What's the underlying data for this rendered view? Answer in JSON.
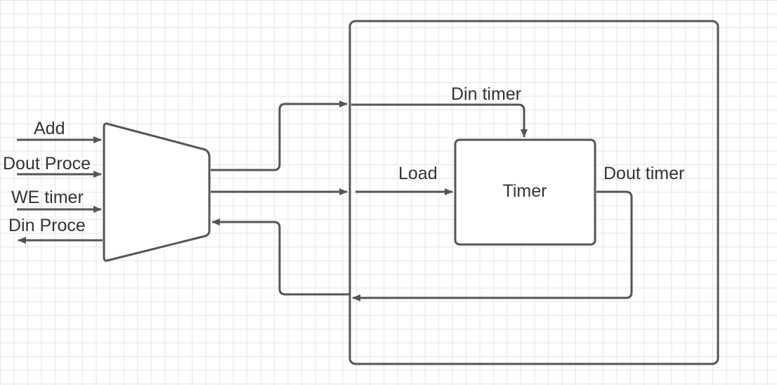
{
  "diagram": {
    "mux_inputs": [
      "Add",
      "Dout Proce",
      "WE timer"
    ],
    "mux_output_label": "Din Proce",
    "timer_block": {
      "label": "Timer",
      "input_top_label": "Din timer",
      "input_left_label": "Load",
      "output_label": "Dout timer"
    }
  },
  "colors": {
    "stroke": "#555555",
    "text": "#333333",
    "grid": "#e6e6e6",
    "background": "#ffffff"
  }
}
